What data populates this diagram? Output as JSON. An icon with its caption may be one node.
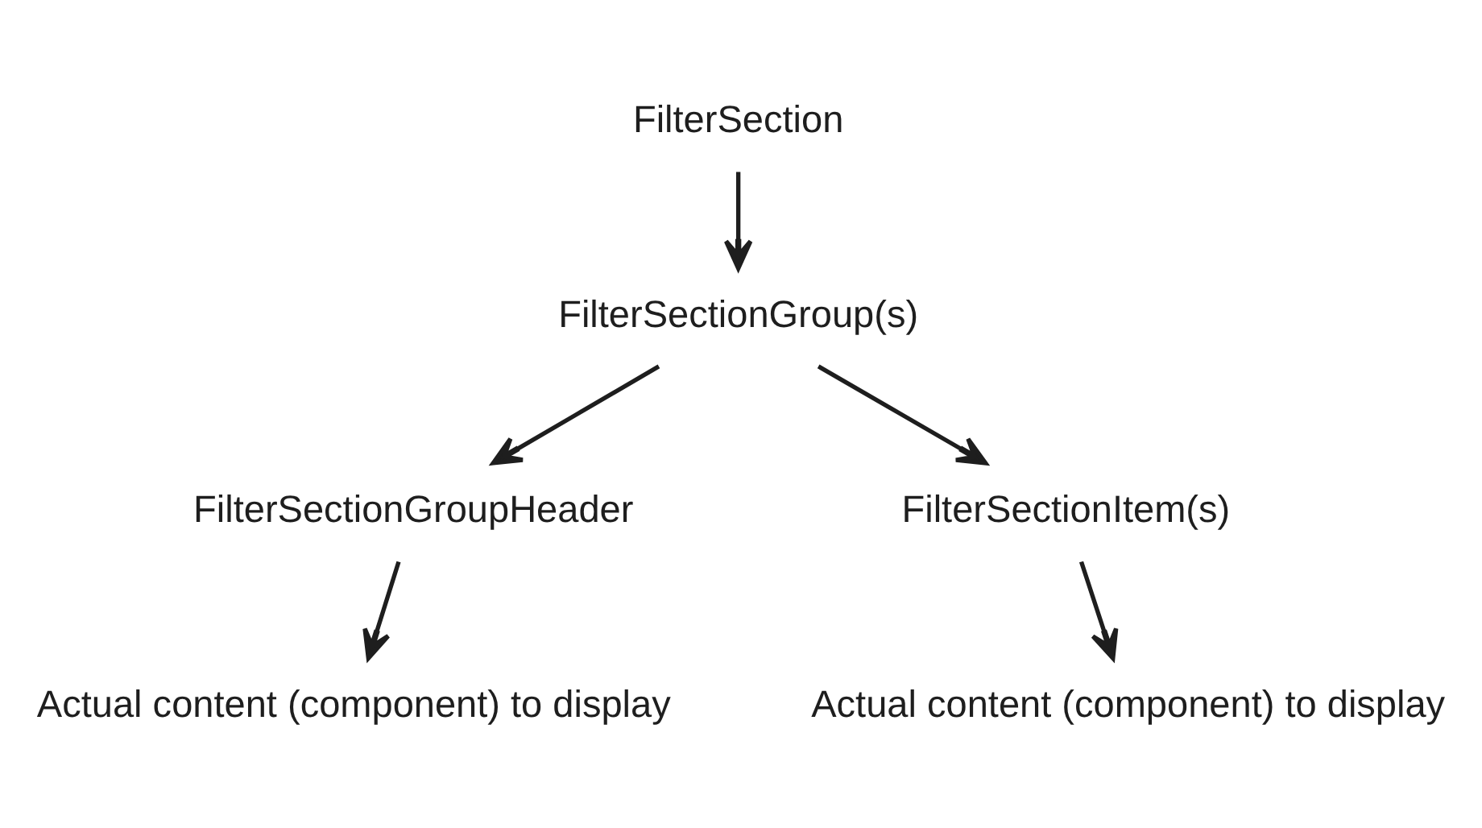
{
  "diagram": {
    "nodes": [
      {
        "text": [
          "FilterSection"
        ]
      },
      {
        "text": [
          "FilterSectionGroup(s)"
        ]
      },
      {
        "text": [
          "FilterSectionGroupHeader"
        ]
      },
      {
        "text": [
          "FilterSectionItem(s)"
        ]
      },
      {
        "text": [
          "Actual content (component) to display"
        ]
      },
      {
        "text": [
          "Actual content (component) to display"
        ]
      }
    ],
    "edges": [
      {
        "from": 0,
        "to": 1,
        "arrow": "to"
      },
      {
        "from": 1,
        "to": 2,
        "arrow": "to"
      },
      {
        "from": 1,
        "to": 3,
        "arrow": "to"
      },
      {
        "from": 2,
        "to": 4,
        "arrow": "to"
      },
      {
        "from": 3,
        "to": 5,
        "arrow": "to"
      }
    ]
  }
}
